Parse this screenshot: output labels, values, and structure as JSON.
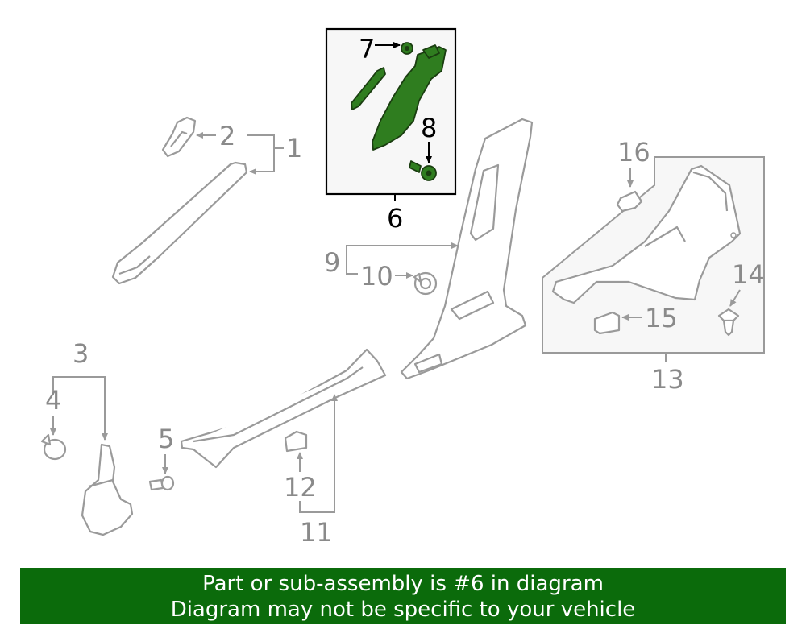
{
  "callouts": {
    "c1": "1",
    "c2": "2",
    "c3": "3",
    "c4": "4",
    "c5": "5",
    "c6": "6",
    "c7": "7",
    "c8": "8",
    "c9": "9",
    "c10": "10",
    "c11": "11",
    "c12": "12",
    "c13": "13",
    "c14": "14",
    "c15": "15",
    "c16": "16"
  },
  "highlighted_part": "6",
  "colors": {
    "highlight_green": "#2f7d1f",
    "banner_green": "#0b6b0b",
    "line_gray": "#9a9a9a"
  },
  "banner": {
    "line1": "Part or sub-assembly is #6 in diagram",
    "line2": "Diagram may not be specific to your vehicle"
  }
}
